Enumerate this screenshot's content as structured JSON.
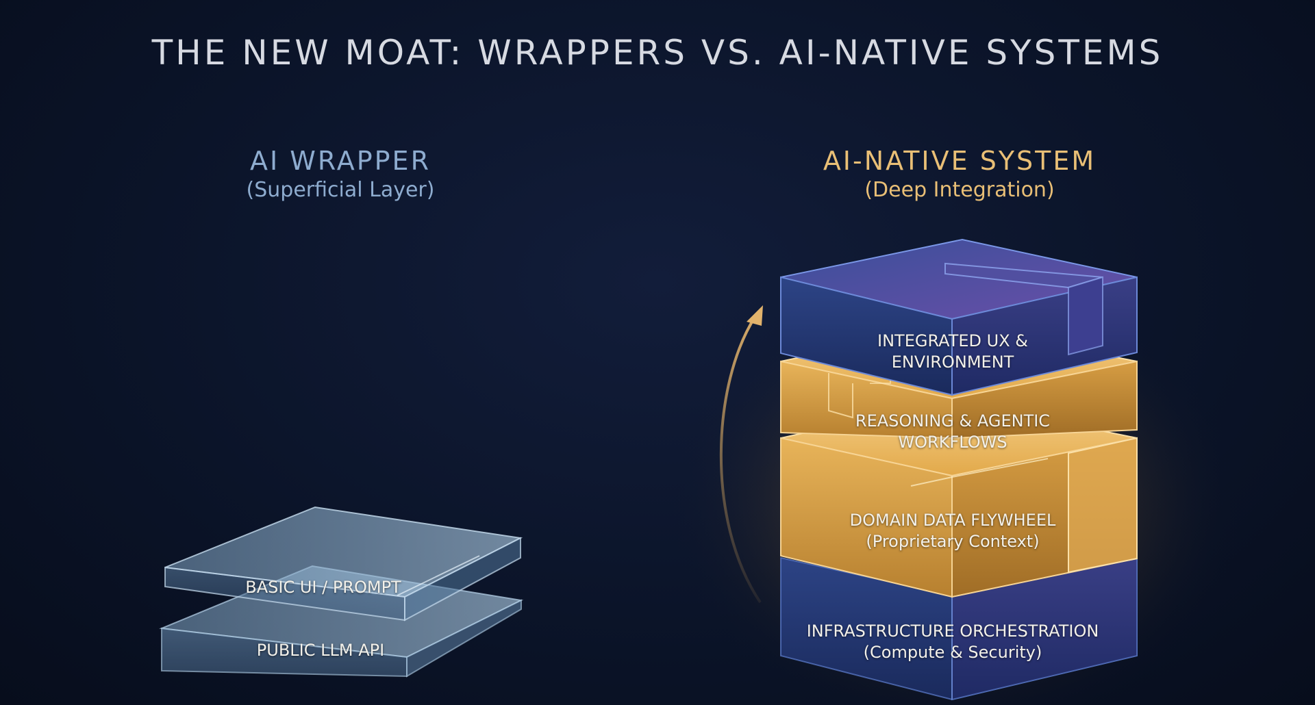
{
  "title": "THE NEW MOAT: WRAPPERS VS. AI-NATIVE SYSTEMS",
  "left": {
    "heading": "AI WRAPPER",
    "subheading": "(Superficial Layer)",
    "layers": [
      {
        "label": "BASIC UI / PROMPT"
      },
      {
        "label": "PUBLIC LLM API"
      }
    ]
  },
  "right": {
    "heading": "AI-NATIVE SYSTEM",
    "subheading": "(Deep Integration)",
    "layers": [
      {
        "label_line1": "INTEGRATED UX &",
        "label_line2": "ENVIRONMENT"
      },
      {
        "label_line1": "REASONING & AGENTIC",
        "label_line2": "WORKFLOWS"
      },
      {
        "label_line1": "DOMAIN DATA FLYWHEEL",
        "label_line2": "(Proprietary Context)"
      },
      {
        "label_line1": "INFRASTRUCTURE ORCHESTRATION",
        "label_line2": "(Compute & Security)"
      }
    ]
  },
  "colors": {
    "background": "#0b1429",
    "wrapper_accent": "#8eaccf",
    "native_accent": "#e9bf76",
    "gold_layer": "#e2a93e",
    "blue_layer": "#2b4482"
  }
}
